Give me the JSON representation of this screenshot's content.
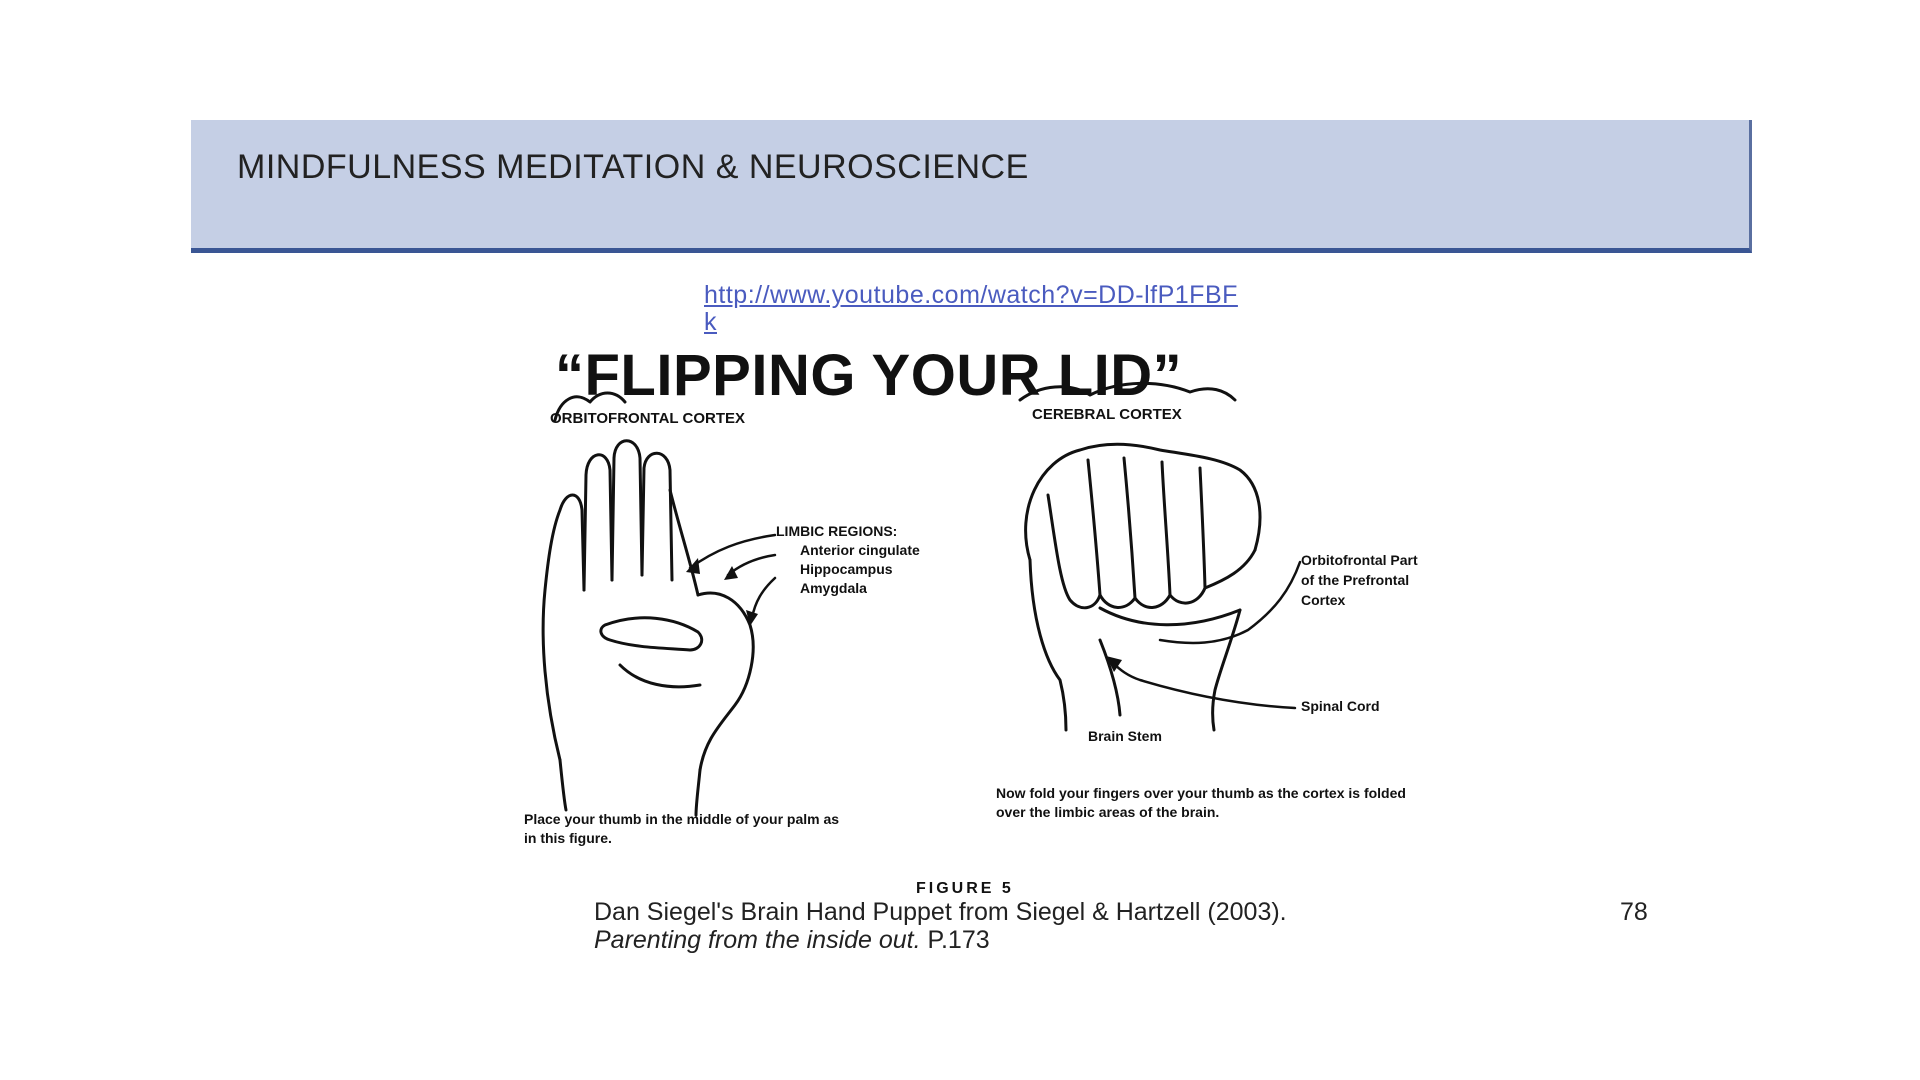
{
  "header": {
    "title": "MINDFULNESS MEDITATION & NEUROSCIENCE"
  },
  "link": {
    "text": "http://www.youtube.com/watch?v=DD-lfP1FBFk"
  },
  "figure": {
    "title": "“FLIPPING YOUR LID”",
    "labels": {
      "orbitofrontal_cortex": "ORBITOFRONTAL CORTEX",
      "cerebral_cortex": "CEREBRAL CORTEX",
      "limbic_heading": "LIMBIC REGIONS:",
      "limbic_items": [
        "Anterior cingulate",
        "Hippocampus",
        "Amygdala"
      ],
      "orbitofrontal_pfc": "Orbitofrontal Part of the Prefrontal Cortex",
      "spinal_cord": "Spinal Cord",
      "brain_stem": "Brain Stem"
    },
    "caption_left": "Place your thumb in the middle of your palm as in this figure.",
    "caption_right": "Now fold your fingers over your thumb as the cortex is folded over the limbic areas of the brain.",
    "figure_label": "FIGURE 5"
  },
  "credit": {
    "line1": "Dan Siegel's Brain Hand Puppet from Siegel & Hartzell (2003).",
    "line2_italic": "Parenting from the inside out.",
    "line2_rest": " P.173"
  },
  "page_number": "78",
  "colors": {
    "header_bg": "#c5cfe5",
    "header_border": "#3a5694",
    "link": "#4a5bbf"
  }
}
